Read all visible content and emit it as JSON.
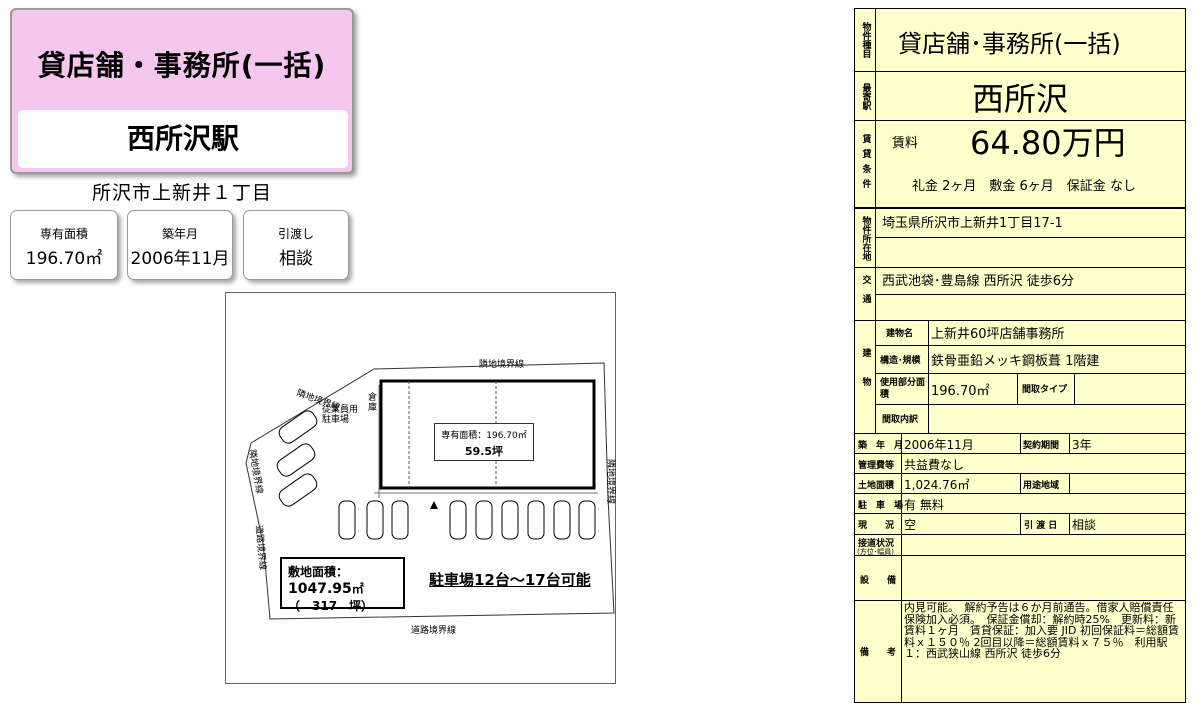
{
  "header": {
    "property_type": "貸店舗・事務所(一括)",
    "station": "西所沢駅",
    "address_short": "所沢市上新井１丁目"
  },
  "info_boxes": [
    {
      "label": "専有面積",
      "value": "196.70㎡"
    },
    {
      "label": "築年月",
      "value": "2006年11月"
    },
    {
      "label": "引渡し",
      "value": "相談"
    }
  ],
  "plan": {
    "neighbor_top": "隣地境界線",
    "neighbor_left_top": "隣地境界線",
    "staff_parking": "従業員用\n駐車場",
    "storage": "倉庫",
    "neighbor_left": "隣地境界線",
    "neighbor_right": "隣地境界線",
    "road_left": "道路境界線",
    "road_bottom": "道路境界線",
    "exclusive_area_label": "専有面積：196.70㎡",
    "exclusive_area_tsubo": "59.5坪",
    "site_area_label": "敷地面積：",
    "site_area_value": "1047.95",
    "site_area_unit": "㎡",
    "site_area_tsubo": "（　317　坪）",
    "parking_note": "駐車場12台～17台可能"
  },
  "table": {
    "h_type": "物件種目",
    "type": "貸店舗･事務所(一括)",
    "h_station": "最寄駅",
    "station": "西所沢",
    "h_rent": "賃貸条件",
    "rent_label": "賃料",
    "rent": "64.80万円",
    "conditions": "礼金 2ヶ月　敷金 6ヶ月　保証金 なし",
    "h_location": "物件所在地",
    "location": "埼玉県所沢市上新井1丁目17-1",
    "h_transport": "交通",
    "transport": "西武池袋･豊島線 西所沢 徒歩6分",
    "h_building": "建物",
    "bld_name_label": "建物名",
    "bld_name": "上新井60坪店舗事務所",
    "structure_label": "構造･規模",
    "structure": "鉄骨亜鉛メッキ鋼板葺 1階建",
    "area_label": "使用部分面　　積",
    "area": "196.70㎡",
    "layout_type_label": "間取タイプ",
    "layout_detail_label": "間取内訳",
    "built_label": "築　年　月",
    "built": "2006年11月",
    "contract_label": "契約期間",
    "contract": "3年",
    "mgmt_label": "管理費等",
    "mgmt": "共益費なし",
    "land_label": "土地面積",
    "land": "1,024.76㎡",
    "usage_label": "用途地域",
    "parking_label": "駐　車　場",
    "parking": "有 無料",
    "status_label": "現　　況",
    "status": "空",
    "handover_label": "引 渡 日",
    "handover": "相談",
    "road_label": "接道状況",
    "road_sub": "(方位･幅員)",
    "facility_label": "設　　備",
    "remarks_label": "備　　考",
    "remarks": "内見可能。　解約予告は６か月前通告。借家人賠償責任保険加入必須。　保証金償却：解約時25%　更新料：新賃料１ヶ月　賃貸保証：加入要 JID 初回保証料＝総額賃料ｘ１５０％ 2回目以降＝総額賃料ｘ７５％　利用駅１：西武狭山線 西所沢 徒歩6分"
  },
  "colors": {
    "pink": "#f5c6ee",
    "cream": "#ffffcc"
  }
}
